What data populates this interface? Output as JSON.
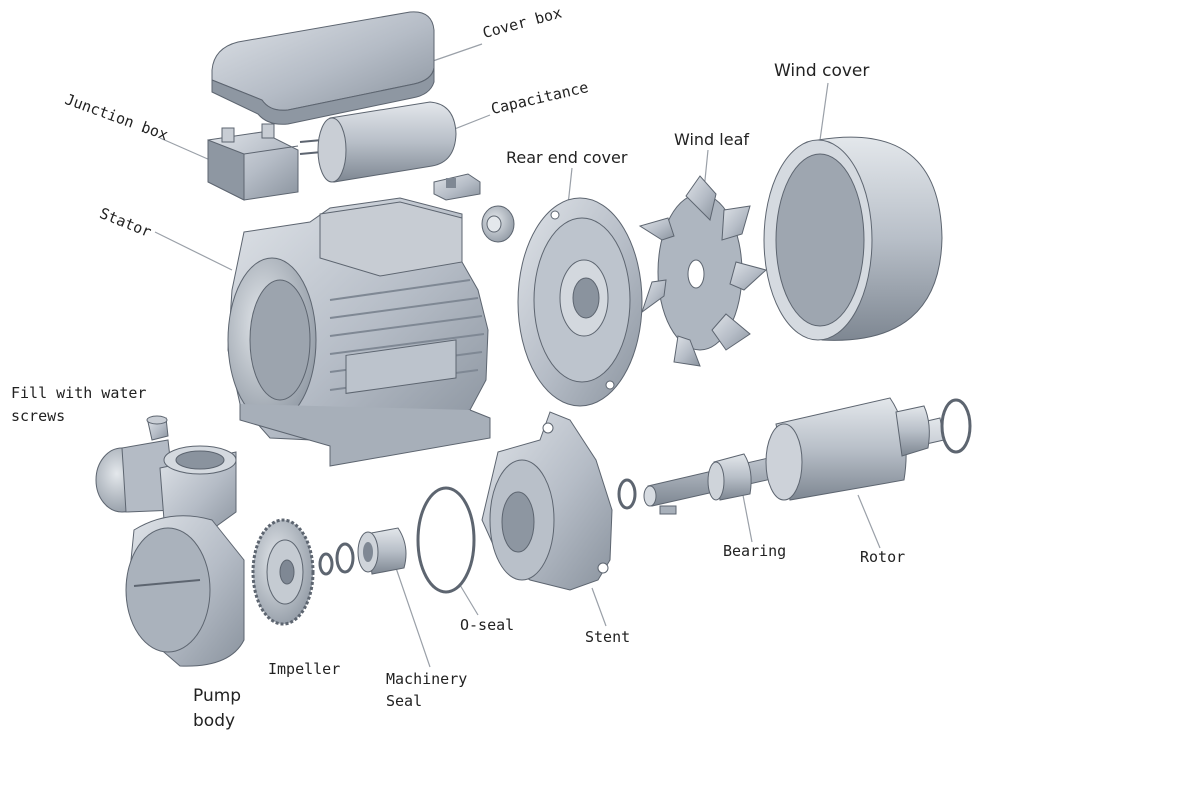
{
  "labels": {
    "cover_box": "Cover box",
    "capacitance": "Capacitance",
    "junction_box": "Junction box",
    "stator": "Stator",
    "rear_end_cover": "Rear end cover",
    "wind_leaf": "Wind leaf",
    "wind_cover": "Wind cover",
    "fill_water_screws_line1": "Fill with water",
    "fill_water_screws_line2": "screws",
    "pump_body_line1": "Pump",
    "pump_body_line2": "body",
    "impeller": "Impeller",
    "machinery_seal_line1": "Machinery",
    "machinery_seal_line2": "Seal",
    "o_seal": "O-seal",
    "stent": "Stent",
    "bearing": "Bearing",
    "rotor": "Rotor"
  },
  "colors": {
    "part_fill": "#b9c0c9",
    "part_light": "#d9dee4",
    "part_dark": "#7f8894",
    "outline": "#5d6570",
    "leader": "#9aa0a8"
  }
}
